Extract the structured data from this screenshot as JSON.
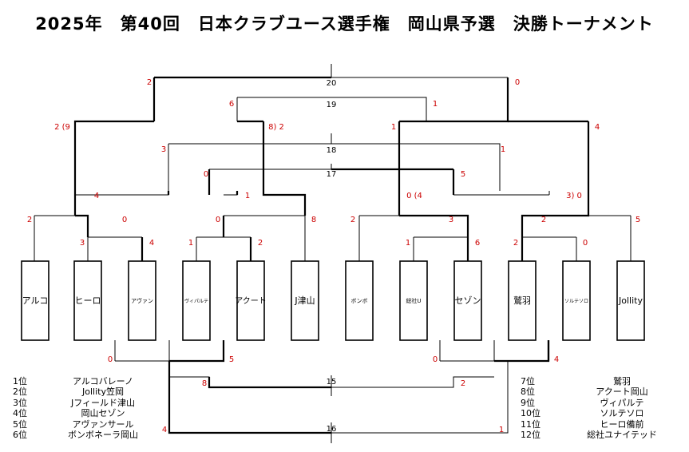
{
  "title": "2025年　第40回　日本クラブユース選手権　岡山県予選　決勝トーナメント",
  "teams": [
    "アルコ",
    "ヒーロ",
    "アヴァン",
    "ヴィパルテ",
    "アクート",
    "J津山",
    "ボンボ",
    "総社U",
    "セゾン",
    "鷲羽",
    "ソルテソロ",
    "Jollity"
  ],
  "match_numbers": {
    "m20": "20",
    "m19": "19",
    "m18": "18",
    "m17": "17",
    "m15": "15",
    "m16": "16"
  },
  "scores": {
    "s_arco": "2",
    "s_hiro_av": "0",
    "s_hiro": "3",
    "s_av": "4",
    "s_vi": "1",
    "s_ac": "2",
    "s_viac": "0",
    "s_jt": "8",
    "s_lq_l": "4",
    "s_lq_r": "1",
    "s_bo": "2",
    "s_so": "1",
    "s_se": "6",
    "s_sose": "3",
    "s_wa": "2",
    "s_su": "0",
    "s_wasu": "2",
    "s_jo": "5",
    "s_rq_l": "0 (4",
    "s_rq_r": "3) 0",
    "s17_l": "0",
    "s17_r": "5",
    "s18_l": "3",
    "s18_r": "1",
    "s19_l": "6",
    "s19_r": "1",
    "s20_l": "2",
    "s20_r": "0",
    "s_sf1": "2 (9",
    "s_sf2": "8) 2",
    "s_sf3": "1",
    "s_sf4": "4",
    "s15a_l": "0",
    "s15a_r": "5",
    "s15b_l": "0",
    "s15b_r": "4",
    "s15_l": "8",
    "s15_r": "2",
    "s16_l": "4",
    "s16_r": "1"
  },
  "rankings_left": [
    {
      "pos": "1位",
      "team": "アルコバレーノ"
    },
    {
      "pos": "2位",
      "team": "Jollity笠岡"
    },
    {
      "pos": "3位",
      "team": "Jフィールド津山"
    },
    {
      "pos": "4位",
      "team": "岡山セゾン"
    },
    {
      "pos": "5位",
      "team": "アヴァンサール"
    },
    {
      "pos": "6位",
      "team": "ボンボネーラ岡山"
    }
  ],
  "rankings_right": [
    {
      "pos": "7位",
      "team": "鷲羽"
    },
    {
      "pos": "8位",
      "team": "アクート岡山"
    },
    {
      "pos": "9位",
      "team": "ヴィパルテ"
    },
    {
      "pos": "10位",
      "team": "ソルテソロ"
    },
    {
      "pos": "11位",
      "team": "ヒーロ備前"
    },
    {
      "pos": "12位",
      "team": "総社ユナイテッド"
    }
  ]
}
